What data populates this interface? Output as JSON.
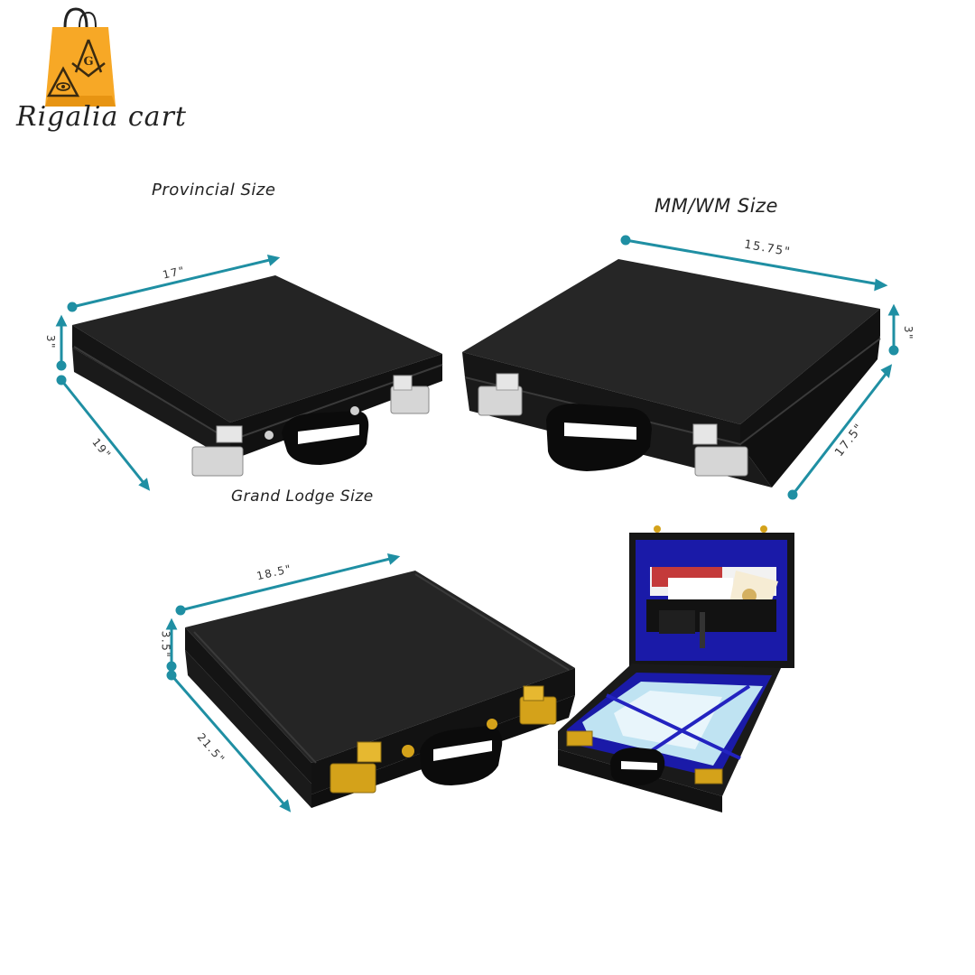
{
  "brand": {
    "name": "Rigalia cart",
    "logo_letter": "G"
  },
  "titles": {
    "provincial": "Provincial Size",
    "mmwm": "MM/WM Size",
    "grand_lodge": "Grand Lodge Size"
  },
  "dimensions": {
    "provincial": {
      "width": "17\"",
      "height": "3\"",
      "depth": "19\""
    },
    "mmwm": {
      "width": "15.75\"",
      "height": "3\"",
      "depth": "17.5\""
    },
    "grand_lodge": {
      "width": "18.5\"",
      "height": "3.5\"",
      "depth": "21.5\""
    }
  },
  "colors": {
    "dimension_line": "#1f8fa3",
    "case_black": "#1c1c1c",
    "gold_hardware": "#d4a21a",
    "lining_blue": "#1a1aa8",
    "logo_orange": "#f7a826"
  }
}
